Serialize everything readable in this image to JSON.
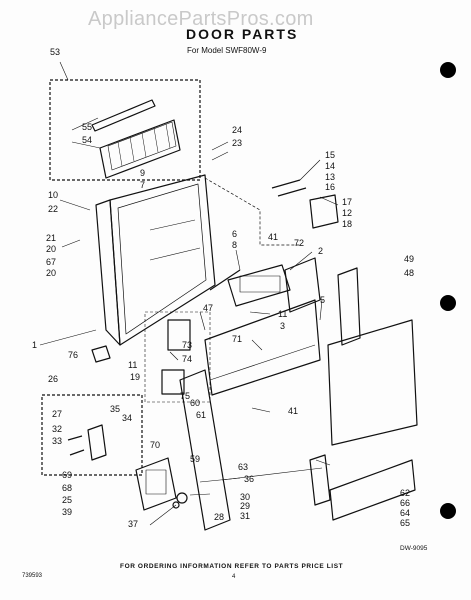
{
  "watermark": "AppliancePartsPros.com",
  "title": "DOOR PARTS",
  "subtitle": "For Model SWF80W-9",
  "footer": "FOR ORDERING INFORMATION REFER TO PARTS PRICE LIST",
  "drawing_code": "DW-9095",
  "doc_number": "739593",
  "page_number": "4",
  "part_labels": [
    "53",
    "55",
    "54",
    "24",
    "23",
    "15",
    "14",
    "13",
    "16",
    "17",
    "12",
    "18",
    "10",
    "9",
    "7",
    "22",
    "21",
    "20",
    "67",
    "20",
    "6",
    "8",
    "41",
    "72",
    "2",
    "49",
    "48",
    "5",
    "11",
    "3",
    "47",
    "71",
    "1",
    "76",
    "73",
    "74",
    "75",
    "11",
    "19",
    "26",
    "27",
    "35",
    "34",
    "32",
    "33",
    "60",
    "61",
    "70",
    "59",
    "41",
    "63",
    "36",
    "62",
    "66",
    "64",
    "65",
    "69",
    "68",
    "25",
    "39",
    "30",
    "29",
    "31",
    "28",
    "37"
  ],
  "colors": {
    "ink": "#111111",
    "watermark": "#c9c9c9"
  }
}
